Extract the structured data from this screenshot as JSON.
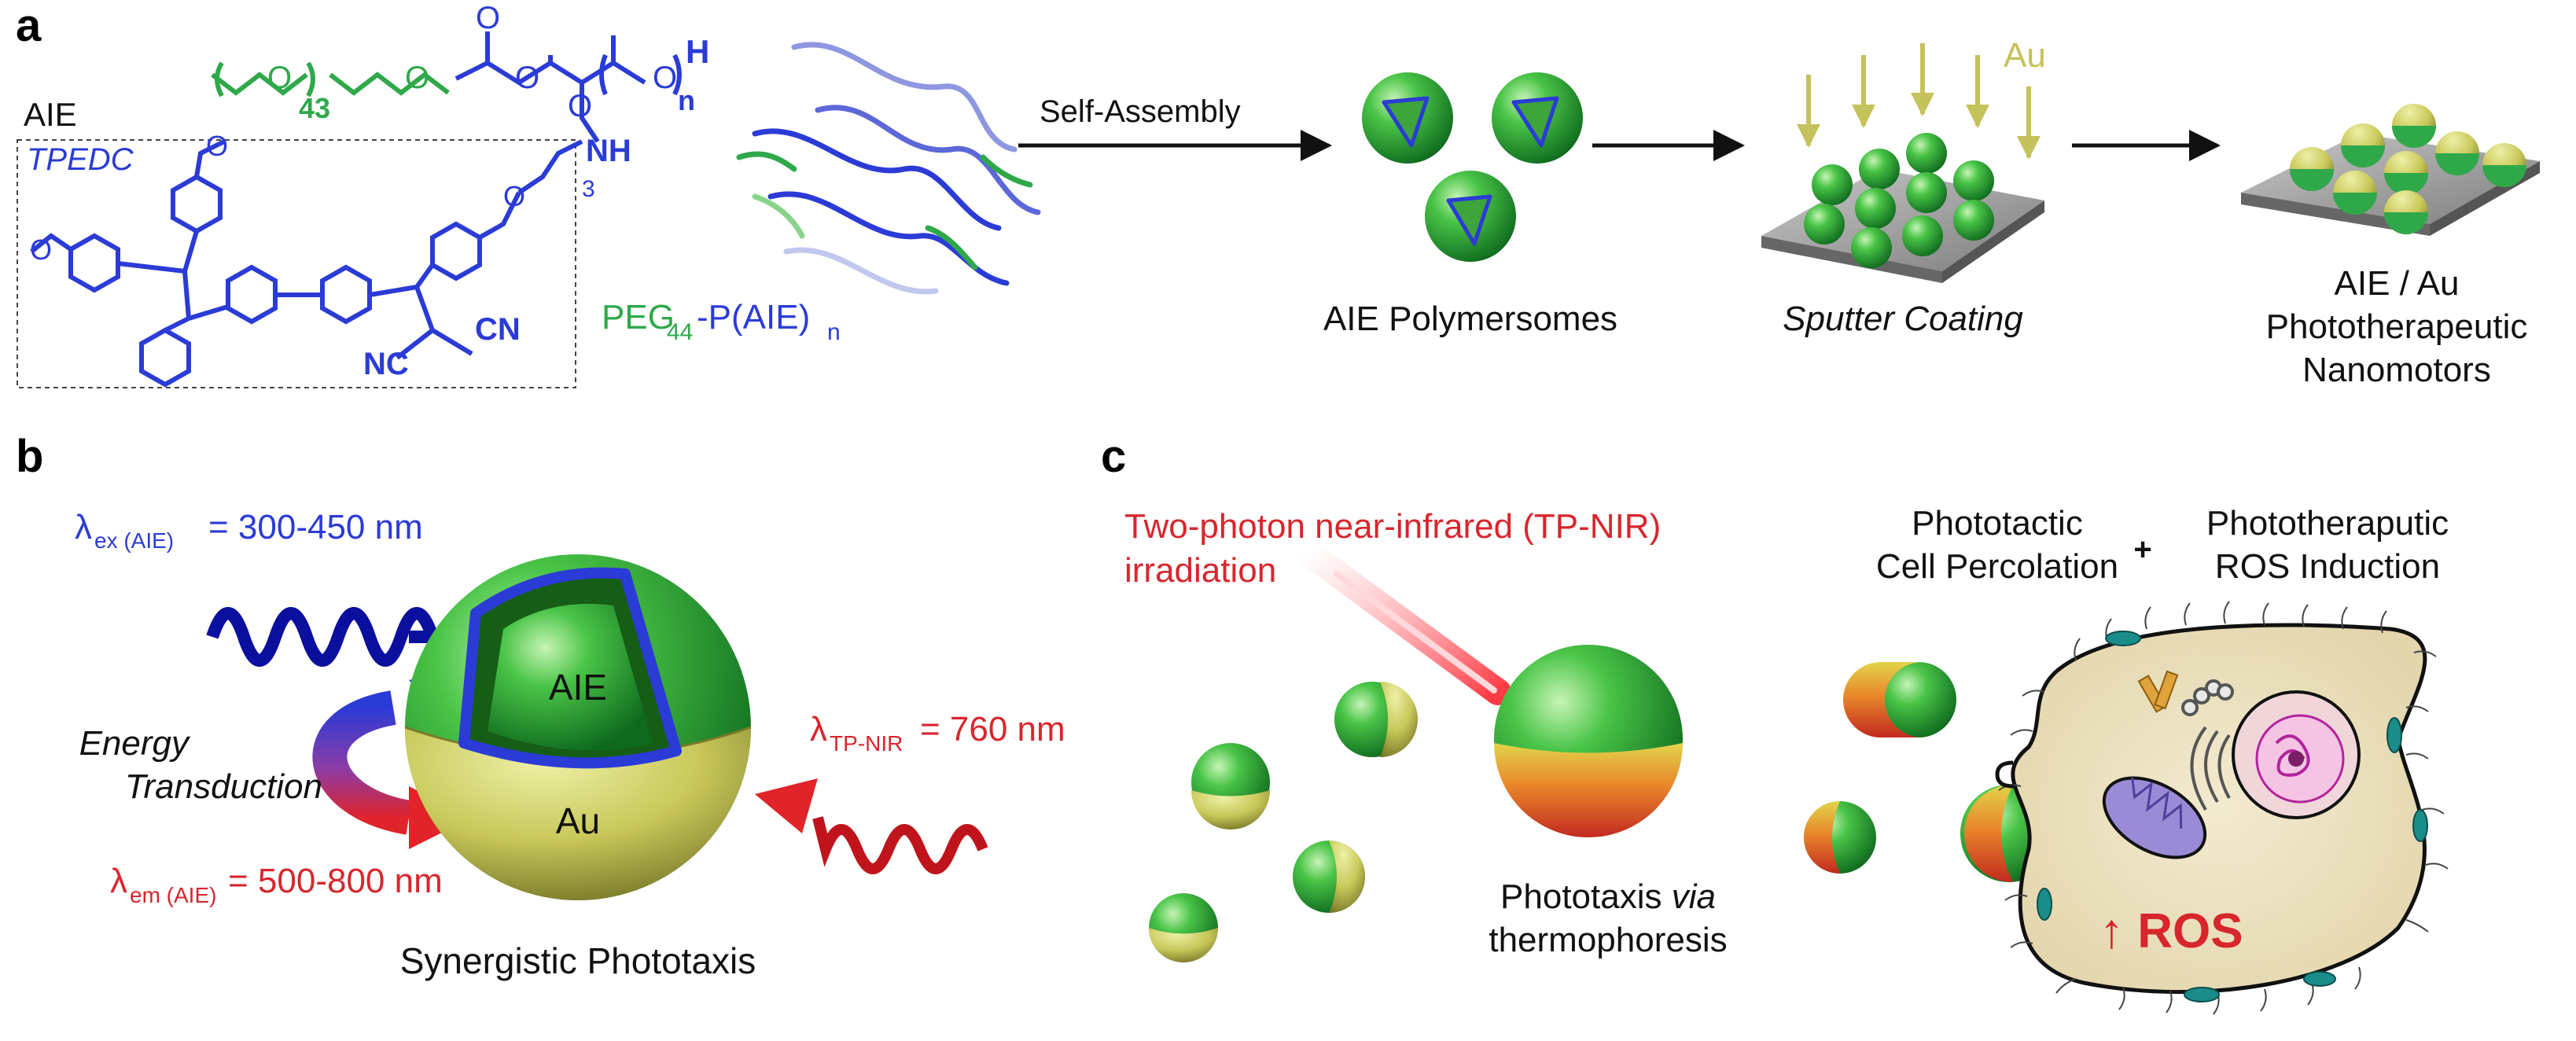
{
  "panel_a": {
    "letter": "a",
    "aie": "AIE",
    "tpedc": "TPEDC",
    "repeat_43": "43",
    "repeat_n": "n",
    "repeat_3": "3",
    "atom_O": "O",
    "atom_H": "H",
    "atom_NH": "NH",
    "cn": "CN",
    "nc": "NC",
    "peg_label": {
      "prefix": "PEG",
      "sub1": "44",
      "mid": "-P(AIE)",
      "sub2": "n"
    },
    "self_assembly": "Self-Assembly",
    "au": "Au",
    "polymersomes": "AIE Polymersomes",
    "sputter": "Sputter Coating",
    "nanomotors": [
      "AIE / Au",
      "Phototherapeutic",
      "Nanomotors"
    ]
  },
  "panel_b": {
    "letter": "b",
    "ex_label": {
      "lambda": "λ",
      "sub": "ex (AIE)",
      "value": " = 300-450 nm"
    },
    "tp_label": {
      "lambda": "λ",
      "sub": "TP-NIR",
      "value": " = 760 nm"
    },
    "em_label": {
      "lambda": "λ",
      "sub": "em (AIE)",
      "value": " = 500-800 nm"
    },
    "energy": [
      "Energy",
      "Transduction"
    ],
    "core_aie": "AIE",
    "core_au": "Au",
    "caption": "Synergistic Phototaxis"
  },
  "panel_c": {
    "letter": "c",
    "laser": [
      "Two-photon near-infrared (TP-NIR)",
      "irradiation"
    ],
    "phototaxis_line1": {
      "pre": "Phototaxis ",
      "italic": "via"
    },
    "phototaxis_line2": "thermophoresis",
    "percolation": [
      "Phototactic",
      "Cell Percolation"
    ],
    "plus": "+",
    "therapeutic": [
      "Phototheraputic",
      "ROS Induction"
    ],
    "ros": "↑ ROS"
  },
  "colors": {
    "blue": "#2b3bd6",
    "green": "#2fa84a",
    "red": "#d8262d",
    "gold": "#c9c94a",
    "au_text": "#c4c25a"
  }
}
